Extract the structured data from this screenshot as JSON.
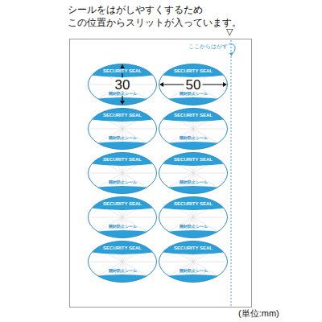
{
  "diagram": {
    "nodes": [
      {
        "text": [
          "ここからはがす"
        ]
      },
      {
        "text": [
          "SECURITY SEAL",
          "開封防止シール"
        ],
        "in": 0
      },
      {
        "text": [
          "SECURITY SEAL",
          "開封防止シール"
        ],
        "in": 0
      },
      {
        "text": [
          "SECURITY SEAL",
          "開封防止シール"
        ],
        "in": 0
      },
      {
        "text": [
          "SECURITY SEAL",
          "開封防止シール"
        ],
        "in": 0
      },
      {
        "text": [
          "SECURITY SEAL",
          "開封防止シール"
        ],
        "in": 0
      },
      {
        "text": [
          "SECURITY SEAL",
          "開封防止シール"
        ],
        "in": 0
      },
      {
        "text": [
          "SECURITY SEAL",
          "開封防止シール"
        ],
        "in": 0
      },
      {
        "text": [
          "SECURITY SEAL",
          "開封防止シール"
        ],
        "in": 0
      },
      {
        "text": [
          "SECURITY SEAL",
          "開封防止シール"
        ],
        "in": 0
      },
      {
        "text": [
          "SECURITY SEAL",
          "開封防止シール"
        ],
        "in": 0
      }
    ],
    "labels": [
      "シールをはがしやすくするため この位置からスリットが入っています。",
      "▽",
      "30",
      "50",
      "(単位:mm)"
    ]
  }
}
